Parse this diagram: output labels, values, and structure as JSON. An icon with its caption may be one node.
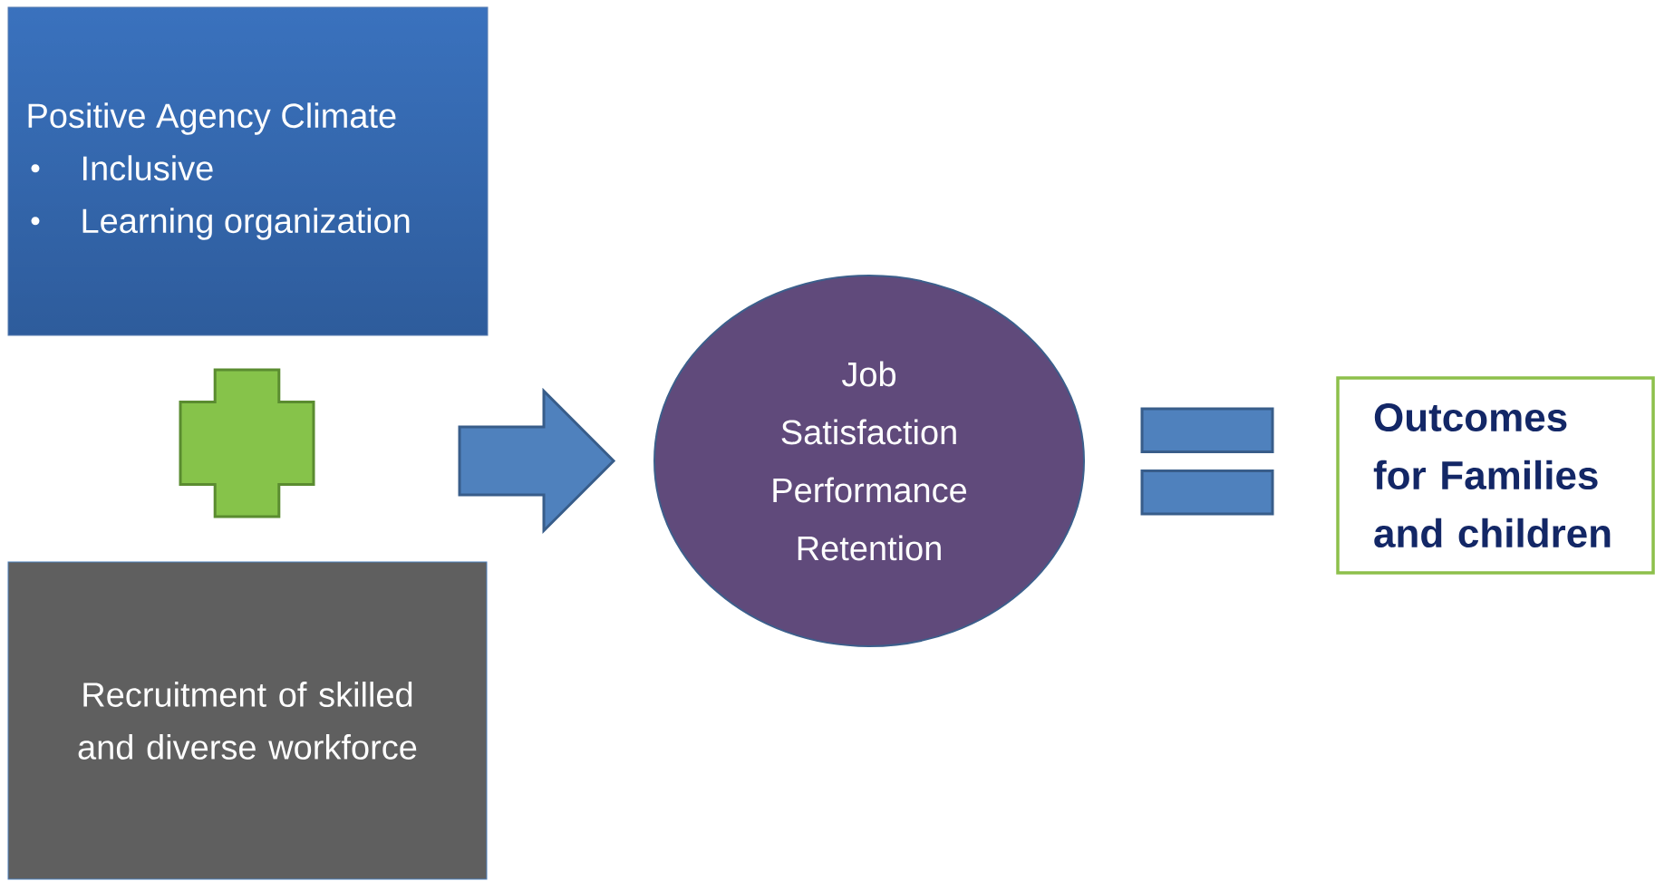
{
  "diagram": {
    "nodes": [
      {
        "text": [
          "Positive Agency Climate",
          "Inclusive",
          "Learning organization"
        ]
      },
      {
        "text": [
          "Recruitment of skilled and diverse workforce"
        ]
      },
      {
        "text": [
          "Job Satisfaction",
          "Performance",
          "Retention"
        ]
      },
      {
        "text": [
          "Outcomes for Families and children"
        ]
      },
      {
        "text": [],
        "shape": "plus"
      },
      {
        "text": [],
        "shape": "equals"
      }
    ],
    "edges": [
      {
        "from": null,
        "to": 2,
        "arrow": "to"
      }
    ]
  }
}
